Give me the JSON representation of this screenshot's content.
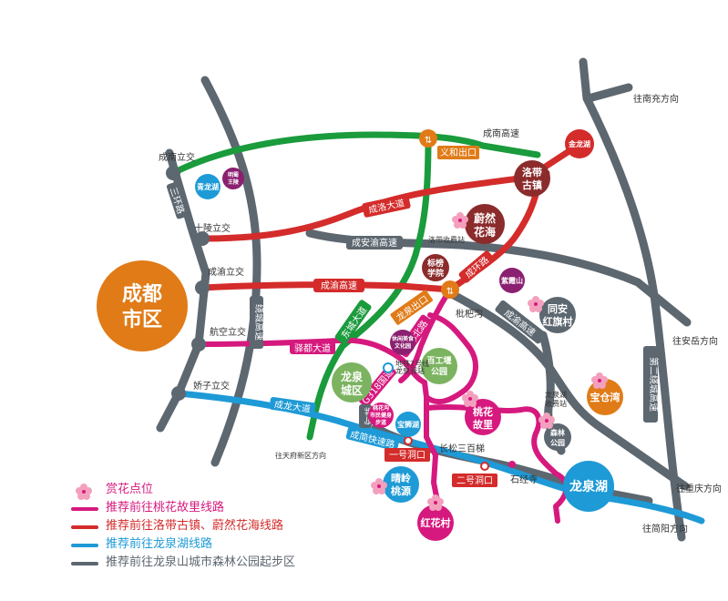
{
  "colors": {
    "green": "#1a9b3c",
    "red": "#d42b2b",
    "blue": "#1e9ad6",
    "gray": "#5d6770",
    "pink": "#d6197e",
    "orange": "#e07b17",
    "dark_red": "#8b2b2b",
    "purple": "#8b2070",
    "light_green": "#7bb360"
  },
  "city": {
    "line1": "成都",
    "line2": "市区"
  },
  "interchanges": {
    "chengnan": "成南立交",
    "shiling": "十陵立交",
    "chengyu": "成渝立交",
    "hangkong": "航空立交",
    "jiaozi": "娇子立交"
  },
  "directions": {
    "nanchong": "往南充方向",
    "anyue": "往安岳方向",
    "chongqing": "往重庆方向",
    "jianyang": "往简阳方向",
    "tianfu": "往天府新区方向"
  },
  "roads": {
    "chengnan_gaosu": "成南高速",
    "chengluo_dadao": "成洛大道",
    "chengan_gaosu": "成安渝高速",
    "chengyu_gaosu": "成渝高速",
    "raocheng_gaosu": "绕城高速",
    "sanhuan": "三环路",
    "chengcheng_dadao": "东城大道",
    "chengyu_gaosu2": "成渝高速",
    "chenghuan": "成环路",
    "longdu_beilu": "龙都北路",
    "yidu_dadao": "驿都大道",
    "chenglong_dadao": "成龙大道",
    "g318": "G318国道",
    "chengjian": "成简快速路",
    "dier_raocheng": "第二绕城高速",
    "yiyi": "驿马"
  },
  "exits": {
    "yihe": "义和出口",
    "longquan": "龙泉出口",
    "no1": "一号洞口",
    "no2": "二号洞口"
  },
  "places": {
    "luodai_1": "洛带",
    "luodai_2": "古镇",
    "weiran_1": "蔚然",
    "weiran_2": "花海",
    "biaobang_1": "标榜",
    "biaobang_2": "学院",
    "ziyunshan": "紫霞山",
    "tongan_1": "同安",
    "tongan_2": "红旗村",
    "jinlonghu": "金龙湖",
    "qinglonghu": "青龙湖",
    "mingshu_1": "明蜀",
    "mingshu_2": "王陵",
    "longquan_1": "龙泉",
    "longquan_2": "城区",
    "baigongdui_1": "百工堰",
    "baigongdui_2": "公园",
    "taohua_1": "桃花",
    "taohua_2": "故里",
    "baocang": "宝仓湾",
    "senlin_1": "森林",
    "senlin_2": "公园",
    "longquanhu": "龙泉湖",
    "qingling_1": "晴岭",
    "qingling_2": "桃源",
    "honghuacun": "红花村",
    "baoshihu": "宝狮湖",
    "pipagou": "枇杷沟",
    "changsong": "长松三百梯",
    "shijingsi": "石经寺",
    "luodai_shoufei": "洛带收费站",
    "longquanhu_shoufei_1": "龙泉湖",
    "longquanhu_shoufei_2": "收费站",
    "xiuxian_1": "休闲美食",
    "xiuxian_2": "文化园",
    "metro_1": "地铁2号线",
    "metro_2": "龙泉驿站",
    "taohuagou_1": "桃花沟",
    "taohuagou_2": "市民健身",
    "taohuagou_3": "步道"
  },
  "legend": {
    "flower": "赏花点位",
    "pink_route": "推荐前往桃花故里线路",
    "red_route": "推荐前往洛带古镇、蔚然花海线路",
    "blue_route": "推荐前往龙泉湖线路",
    "gray_route": "推荐前往龙泉山城市森林公园起步区"
  }
}
